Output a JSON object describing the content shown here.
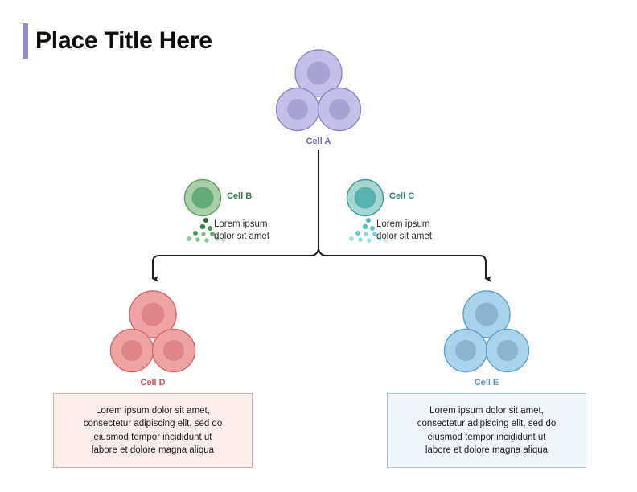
{
  "title": "Place Title Here",
  "colors": {
    "title_accent": "#8f8cc8",
    "cell_a_body": "#c5c0e8",
    "cell_a_nucleus": "#a9a3d4",
    "cell_a_stroke": "#8b86c4",
    "cell_a_label": "#6b6ba8",
    "cell_b_body": "#a9cfa9",
    "cell_b_nucleus": "#62ab74",
    "cell_b_stroke": "#5f9c63",
    "cell_b_label": "#2e7d43",
    "cell_c_body": "#a4d6d2",
    "cell_c_nucleus": "#56b2ae",
    "cell_c_stroke": "#3f9e9a",
    "cell_c_label": "#2a8a86",
    "cell_d_body": "#f0a3a3",
    "cell_d_nucleus": "#e08585",
    "cell_d_stroke": "#d26a6a",
    "cell_d_label": "#cc5555",
    "cell_e_body": "#a8d3ea",
    "cell_e_nucleus": "#8bb5cf",
    "cell_e_stroke": "#5f9fc9",
    "cell_e_label": "#5b96c4",
    "connector": "#231f20",
    "note_left_bg": "#fdeeee",
    "note_left_border": "#e8a8a8",
    "note_right_bg": "#f0f6fb",
    "note_right_border": "#a8c6e0"
  },
  "diagram": {
    "cell_a": {
      "label": "Cell A"
    },
    "cell_b": {
      "label": "Cell B",
      "description": "Lorem ipsum\ndolor sit amet",
      "description_line1": "Lorem ipsum",
      "description_line2": "dolor sit amet"
    },
    "cell_c": {
      "label": "Cell C",
      "description_line1": "Lorem ipsum",
      "description_line2": "dolor sit amet"
    },
    "cell_d": {
      "label": "Cell D"
    },
    "cell_e": {
      "label": "Cell E"
    },
    "note_left": {
      "line1": "Lorem ipsum dolor sit amet,",
      "line2": "consectetur adipiscing elit, sed do",
      "line3": "eiusmod tempor incididunt ut",
      "line4": "labore et dolore magna aliqua"
    },
    "note_right": {
      "line1": "Lorem ipsum dolor sit amet,",
      "line2": "consectetur adipiscing elit, sed do",
      "line3": "eiusmod tempor incididunt ut",
      "line4": "labore et dolore magna aliqua"
    }
  }
}
